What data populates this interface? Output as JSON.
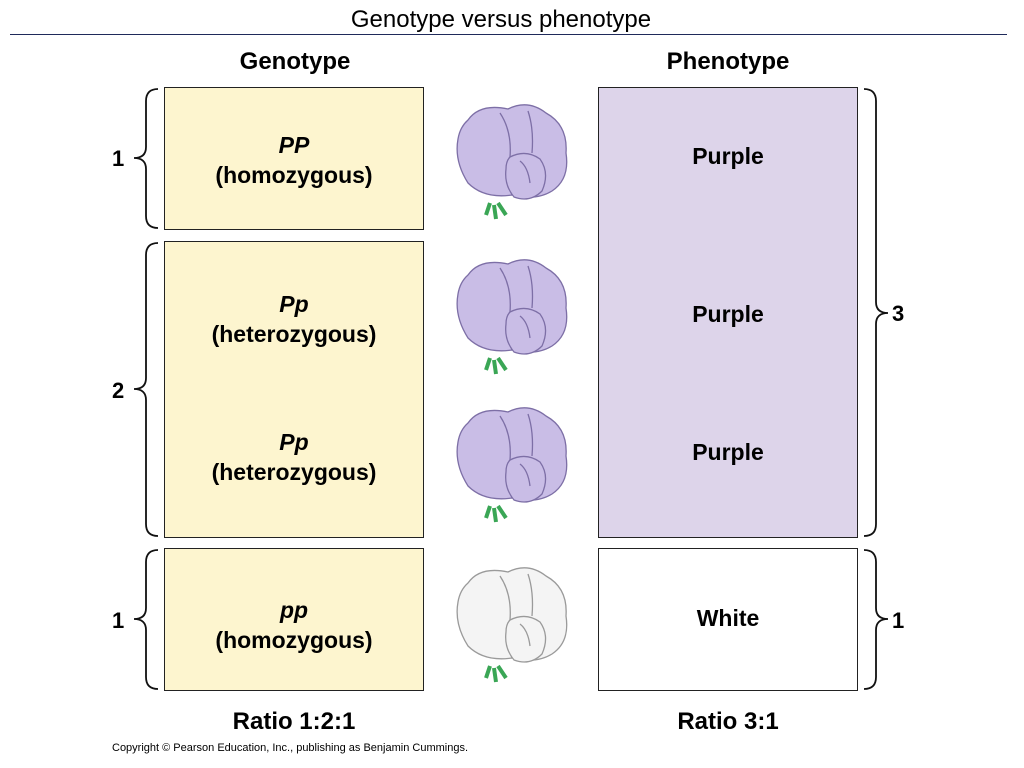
{
  "title": "Genotype versus phenotype",
  "headers": {
    "genotype": "Genotype",
    "phenotype": "Phenotype"
  },
  "genotypes": [
    {
      "allele": "PP",
      "zygosity": "(homozygous)"
    },
    {
      "allele": "Pp",
      "zygosity": "(heterozygous)"
    },
    {
      "allele": "Pp",
      "zygosity": "(heterozygous)"
    },
    {
      "allele": "pp",
      "zygosity": "(homozygous)"
    }
  ],
  "genotype_counts": [
    "1",
    "2",
    "1"
  ],
  "phenotypes": [
    "Purple",
    "Purple",
    "Purple",
    "White"
  ],
  "phenotype_counts": [
    "3",
    "1"
  ],
  "flowers": [
    {
      "color": "purple",
      "icon": "pea-flower-icon"
    },
    {
      "color": "purple",
      "icon": "pea-flower-icon"
    },
    {
      "color": "purple",
      "icon": "pea-flower-icon"
    },
    {
      "color": "white",
      "icon": "pea-flower-icon"
    }
  ],
  "colors": {
    "genotype_box": "#fdf5cf",
    "phenotype_purple": "#ddd4ea",
    "phenotype_white": "#ffffff",
    "flower_purple": "#c9bde6",
    "flower_white": "#f4f4f4",
    "stem": "#3aa655"
  },
  "ratios": {
    "genotype": "Ratio 1:2:1",
    "phenotype": "Ratio 3:1"
  },
  "copyright": "Copyright © Pearson Education, Inc., publishing as Benjamin Cummings."
}
